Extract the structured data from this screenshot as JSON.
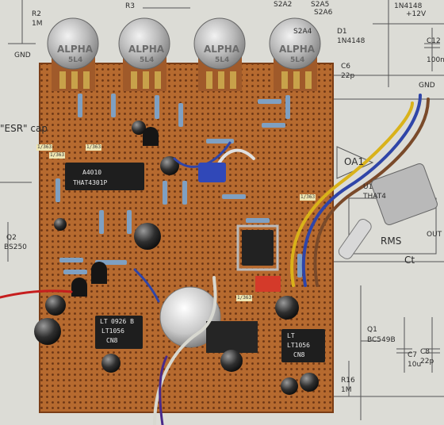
{
  "schematic_labels": {
    "r2": "R2",
    "r2_value": "1M",
    "gnd_left": "GND",
    "r3": "R3",
    "s2a2": "S2A2",
    "s2a5": "S2A5",
    "s2a6": "S2A6",
    "s2a4": "S2A4",
    "d1": "D1",
    "diode1": "1N4148",
    "diode2": "1N4148",
    "plus12v": "+12V",
    "c12": "C12",
    "c12_value": "100n",
    "c6": "C6",
    "c6_value": "22p",
    "gnd_right": "GND",
    "esr": "\"ESR\" cap",
    "oa1": "OA1",
    "u1": "U1",
    "that4": "THAT4",
    "q2": "Q2",
    "bs250": "BS250",
    "rms": "RMS",
    "out": "OUT",
    "ct": "Ct",
    "q1": "Q1",
    "bc549b": "BC549B",
    "c7": "C7",
    "c7_value": "10u",
    "c8": "C8",
    "c8_value": "22p",
    "r16": "R16",
    "r16_value": "1M"
  },
  "board_markings": {
    "that_chip": "THAT4301P",
    "that_chip_code": "A4010",
    "op_amp_left_brand": "LT",
    "op_amp_left": "LT1056",
    "op_amp_left_code": "0926 B",
    "op_amp_left_suffix": "CN8",
    "op_amp_right_brand": "LT",
    "op_amp_right": "LT1056",
    "op_amp_right_suffix": "CN8",
    "pot_brand": "ALPHA",
    "pot_code": "5L4",
    "cap_tag": "1/363"
  },
  "colors": {
    "board": "#b86a2e",
    "paper": "#dcdcd6",
    "wire_yellow": "#d9b21a",
    "wire_blue": "#2f45a8",
    "wire_brown": "#7a4a2a",
    "wire_red": "#c61e1e"
  }
}
